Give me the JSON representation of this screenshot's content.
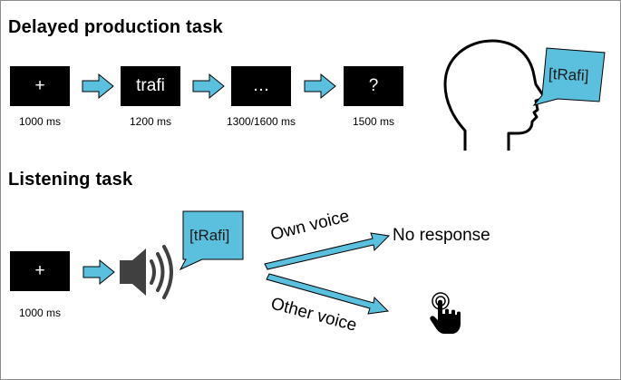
{
  "production": {
    "title": "Delayed production task",
    "steps": [
      {
        "screen": "+",
        "duration": "1000 ms"
      },
      {
        "screen": "trafi",
        "duration": "1200 ms"
      },
      {
        "screen": "…",
        "duration": "1300/1600 ms"
      },
      {
        "screen": "?",
        "duration": "1500 ms"
      }
    ],
    "speech": "[tRafi]"
  },
  "listening": {
    "title": "Listening task",
    "fixation": "+",
    "duration": "1000 ms",
    "speech": "[tRafi]",
    "branch_own": "Own voice",
    "branch_other": "Other voice",
    "outcome_own": "No response"
  },
  "colors": {
    "arrow_fill": "#5bc0de",
    "bubble_fill": "#5bc0de",
    "outline": "#000000"
  },
  "icons": {
    "head": "head-silhouette-icon",
    "speaker": "speaker-icon",
    "press": "hand-press-icon"
  }
}
